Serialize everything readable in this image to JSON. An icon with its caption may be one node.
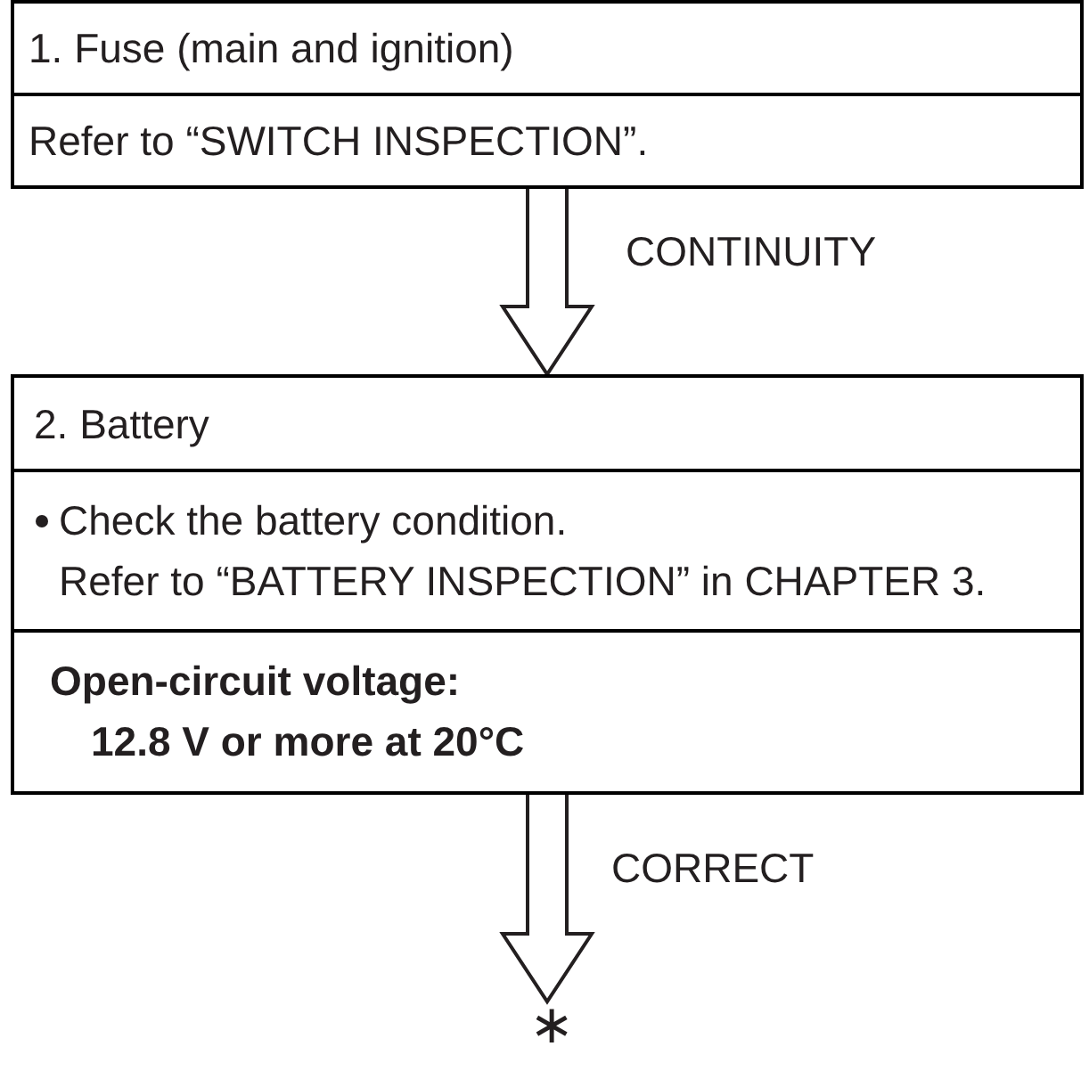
{
  "diagram": {
    "nodes": [
      {
        "text": [
          "1. Fuse (main and ignition)",
          "Refer to “SWITCH INSPECTION”."
        ]
      },
      {
        "text": [
          "2. Battery",
          "Check the battery condition.",
          "Refer to “BATTERY INSPECTION” in CHAPTER 3.",
          "Open-circuit voltage:",
          "12.8 V or more at 20°C"
        ]
      },
      {
        "text": [
          "∗"
        ]
      }
    ],
    "edges": [
      {
        "from": 0,
        "to": 1,
        "arrow": "to",
        "label": "CONTINUITY"
      },
      {
        "from": 1,
        "to": 2,
        "arrow": "to",
        "label": "CORRECT"
      }
    ]
  }
}
